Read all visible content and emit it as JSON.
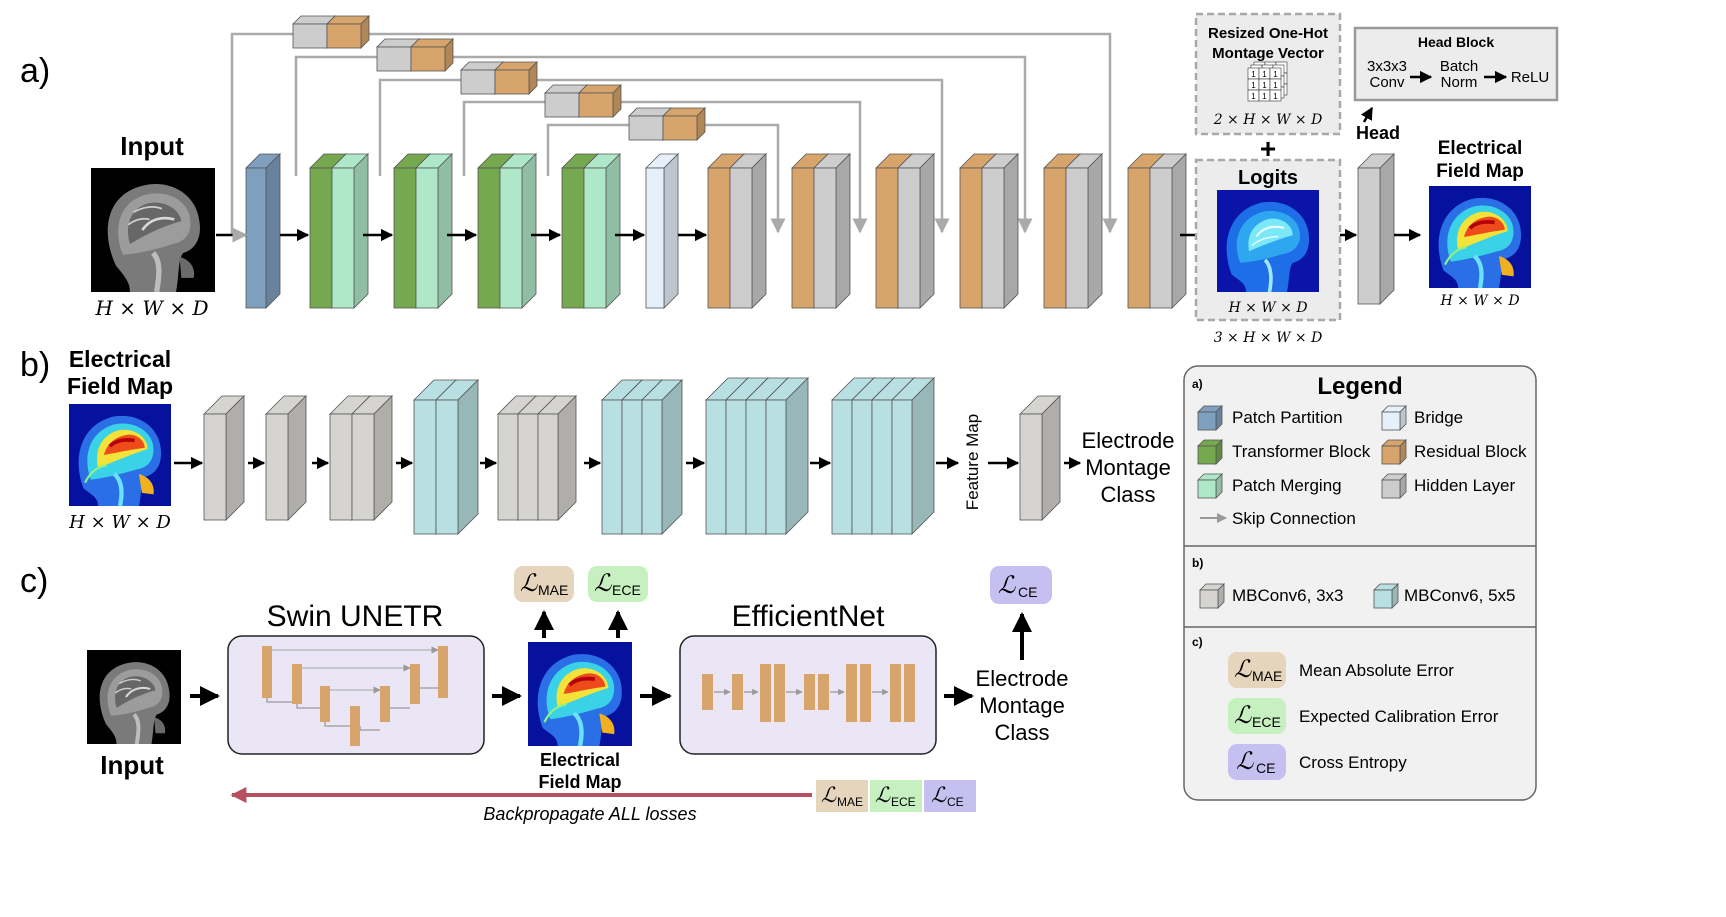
{
  "panel_labels": {
    "a": "a)",
    "b": "b)",
    "c": "c)"
  },
  "panel_a": {
    "input_label": "Input",
    "input_dims": "H × W × D",
    "onehot_title_line1": "Resized One-Hot",
    "onehot_title_line2": "Montage Vector",
    "onehot_grid_value": "1",
    "onehot_dims": "2 × H × W × D",
    "plus_sign": "+",
    "logits_label": "Logits",
    "logits_inner_dims": "H × W × D",
    "logits_outer_dims": "3 × H × W × D",
    "head_block_title": "Head Block",
    "head_conv_line1": "3x3x3",
    "head_conv_line2": "Conv",
    "head_bn_line1": "Batch",
    "head_bn_line2": "Norm",
    "head_relu": "ReLU",
    "head_label": "Head",
    "output_label_line1": "Electrical",
    "output_label_line2": "Field Map",
    "output_dims": "H × W × D"
  },
  "panel_b": {
    "input_label_line1": "Electrical",
    "input_label_line2": "Field Map",
    "input_dims": "H × W × D",
    "feature_map_label": "Feature Map",
    "output_line1": "Electrode",
    "output_line2": "Montage",
    "output_line3": "Class"
  },
  "panel_c": {
    "input_label": "Input",
    "swin_title": "Swin UNETR",
    "efficientnet_title": "EfficientNet",
    "efm_line1": "Electrical",
    "efm_line2": "Field Map",
    "output_line1": "Electrode",
    "output_line2": "Montage",
    "output_line3": "Class",
    "loss_symbol": "ℒ",
    "loss_mae": "MAE",
    "loss_ece": "ECE",
    "loss_ce": "CE",
    "backprop_label": "Backpropagate ALL losses"
  },
  "legend": {
    "title": "Legend",
    "section_a": "a)",
    "section_b": "b)",
    "section_c": "c)",
    "patch_partition": "Patch Partition",
    "bridge": "Bridge",
    "transformer_block": "Transformer Block",
    "residual_block": "Residual Block",
    "patch_merging": "Patch Merging",
    "hidden_layer": "Hidden Layer",
    "skip_connection": "Skip Connection",
    "mbconv3": "MBConv6, 3x3",
    "mbconv5": "MBConv6, 5x5",
    "mae_desc": "Mean Absolute Error",
    "ece_desc": "Expected Calibration Error",
    "ce_desc": "Cross Entropy"
  },
  "colors": {
    "patch_partition": "#7f9fbf",
    "transformer_block": "#76a84f",
    "patch_merging": "#aee8c9",
    "bridge": "#e6f0fb",
    "residual_block": "#d7a56c",
    "hidden_layer": "#cdcdcd",
    "mbconv3": "#d6d4d0",
    "mbconv5": "#b8dfe2",
    "skip_connection": "#aaaaaa",
    "loss_mae_bg": "#e6d5bd",
    "loss_ece_bg": "#c6f0c0",
    "loss_ce_bg": "#c6c0f0",
    "backprop_arrow": "#b7505e",
    "swin_box_bg": "#ebe6f5"
  }
}
